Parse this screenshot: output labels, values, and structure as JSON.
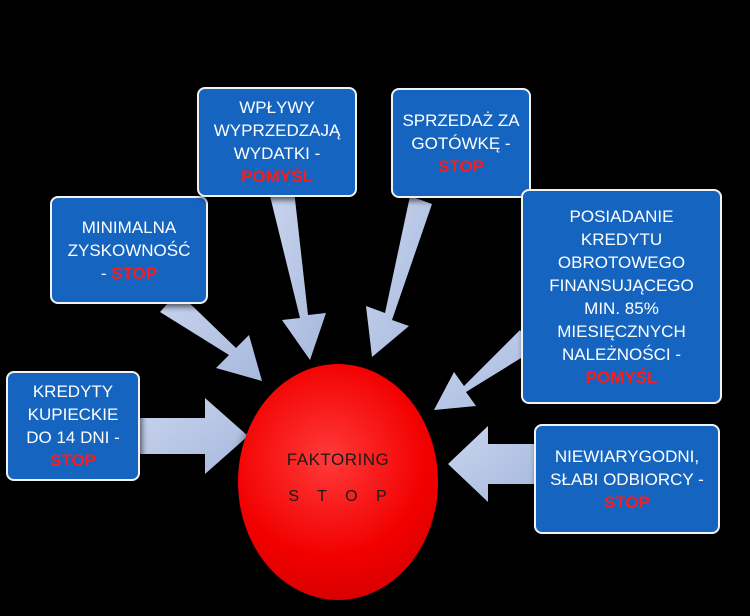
{
  "center": {
    "title": "FAKTORING",
    "subtitle": "S T O P"
  },
  "boxes": {
    "kredyty": {
      "lines": [
        "KREDYTY",
        "KUPIECKIE",
        "DO 14 DNI -"
      ],
      "status": "STOP"
    },
    "minimalna": {
      "lines": [
        "MINIMALNA",
        "ZYSKOWNOŚĆ"
      ],
      "prefix": "- ",
      "status": "STOP"
    },
    "wplywy": {
      "lines": [
        "WPŁYWY",
        "WYPRZEDZAJĄ",
        "WYDATKI -"
      ],
      "status": "POMYŚL"
    },
    "sprzedaz": {
      "lines": [
        "SPRZEDAŻ ZA",
        "GOTÓWKĘ -"
      ],
      "status": "STOP"
    },
    "posiadanie": {
      "lines": [
        "POSIADANIE",
        "KREDYTU",
        "OBROTOWEGO",
        "FINANSUJĄCEGO",
        "MIN. 85%",
        "MIESIĘCZNYCH",
        "NALEŻNOŚCI -"
      ],
      "status": "POMYŚL"
    },
    "niewiarygodni": {
      "lines": [
        "NIEWIARYGODNI,",
        "SŁABI ODBIORCY -"
      ],
      "status": "STOP"
    }
  },
  "colors": {
    "box": "#1565c0",
    "arrow": "#b8c7e6",
    "circle": "#f20000",
    "accent": "#ff1a1a"
  }
}
